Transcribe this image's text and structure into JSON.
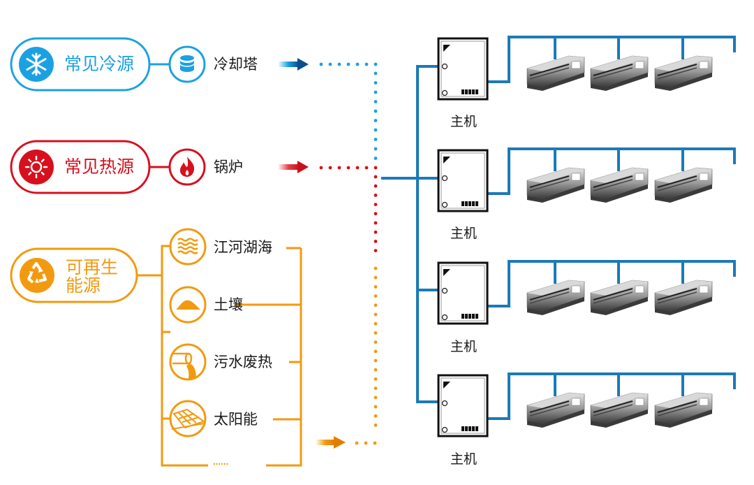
{
  "colors": {
    "cold": "#1ba1e2",
    "cold_dark": "#0a4f8f",
    "heat": "#d7101e",
    "renewable": "#f29a0f",
    "pipe": "#1b7ab8",
    "text": "#1a1a1a"
  },
  "cold_source": {
    "title": "常见冷源",
    "icon": "snowflake-icon",
    "item": {
      "label": "冷却塔",
      "icon": "cooling-tower-icon"
    }
  },
  "heat_source": {
    "title": "常见热源",
    "icon": "sun-icon",
    "item": {
      "label": "锅炉",
      "icon": "flame-icon"
    }
  },
  "renewable_source": {
    "title_line1": "可再生",
    "title_line2": "能源",
    "icon": "recycle-icon",
    "items": [
      {
        "label": "江河湖海",
        "icon": "water-waves-icon"
      },
      {
        "label": "土壤",
        "icon": "soil-pile-icon"
      },
      {
        "label": "污水废热",
        "icon": "sewage-pipe-icon"
      },
      {
        "label": "太阳能",
        "icon": "solar-panel-icon"
      }
    ],
    "more": "······"
  },
  "hosts": [
    {
      "label": "主机",
      "indoor_units": 3
    },
    {
      "label": "主机",
      "indoor_units": 3
    },
    {
      "label": "主机",
      "indoor_units": 3
    },
    {
      "label": "主机",
      "indoor_units": 3
    }
  ]
}
